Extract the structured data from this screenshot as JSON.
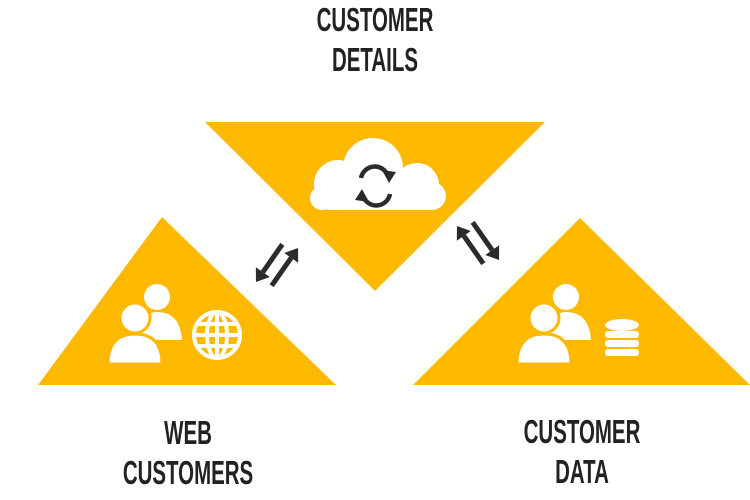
{
  "colors": {
    "triangle_fill": "#FDB900",
    "icon_fill": "#ffffff",
    "arrow_fill": "#2b2b2b",
    "text": "#222222"
  },
  "labels": {
    "top": {
      "line1": "CUSTOMER",
      "line2": "DETAILS"
    },
    "left": {
      "line1": "WEB",
      "line2": "CUSTOMERS"
    },
    "right": {
      "line1": "CUSTOMER",
      "line2": "DATA"
    }
  },
  "icons": {
    "top": [
      "cloud-icon",
      "sync-icon"
    ],
    "left": [
      "users-icon",
      "globe-icon"
    ],
    "right": [
      "users-icon",
      "database-icon"
    ],
    "connectors": [
      "swap-arrows-icon",
      "swap-arrows-icon"
    ]
  }
}
